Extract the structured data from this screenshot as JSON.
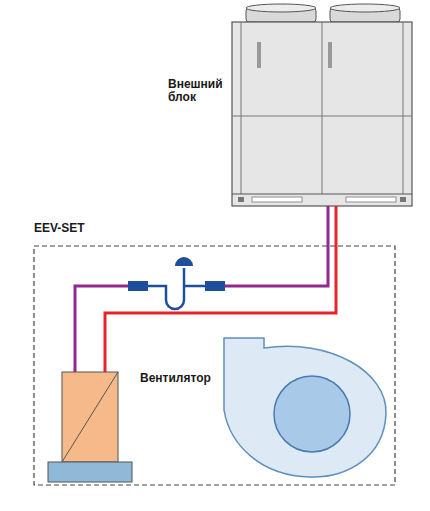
{
  "diagram": {
    "nodes": [
      {
        "text": [
          "Внешний блок"
        ]
      },
      {
        "text": [
          "EEV-SET"
        ]
      },
      {
        "text": [
          "Вентилятор"
        ],
        "in": 1
      }
    ]
  }
}
